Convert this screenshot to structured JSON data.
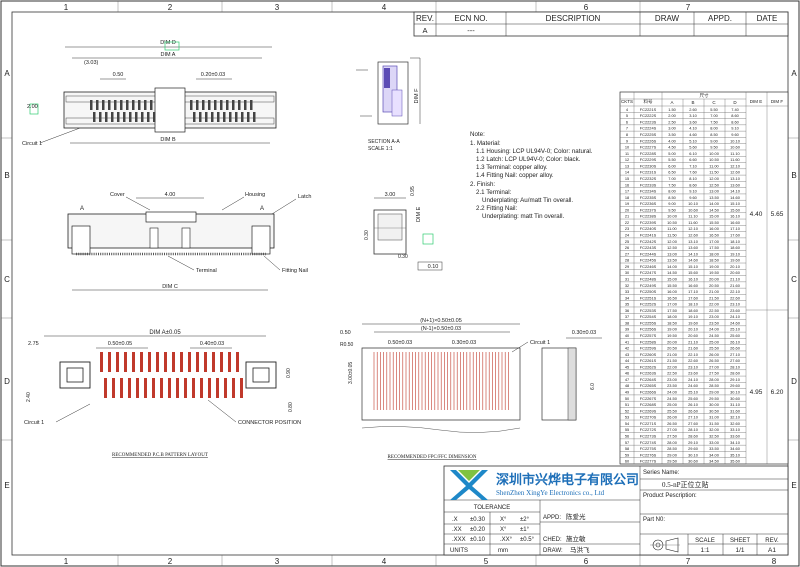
{
  "grid": {
    "columns": [
      "1",
      "2",
      "3",
      "4",
      "5",
      "6",
      "7",
      "8"
    ],
    "rows": [
      "A",
      "B",
      "C",
      "D",
      "E"
    ]
  },
  "revision_block": {
    "headers": [
      "REV.",
      "ECN NO.",
      "DESCRIPTION",
      "DRAW",
      "APPD.",
      "DATE"
    ],
    "row": {
      "rev": "A",
      "ecn": "---"
    }
  },
  "top_view": {
    "dim_d": "DIM D",
    "dim_a": "DIM A",
    "dim_b": "DIM B",
    "d1": "(3.03)",
    "d2": "0.50",
    "d3": "0.20±0.03",
    "d4": "2.00",
    "callout_circuit": "Circuit 1"
  },
  "section": {
    "label": "SECTION A-A",
    "scale": "SCALE    1:1",
    "dim_f": "DIM F"
  },
  "notes": [
    "Note:",
    "1. Material:",
    "1.1 Housing: LCP UL94V-0; Color: natural.",
    "1.2 Latch: LCP UL94V-0; Color: black.",
    "1.3 Terminal: copper alloy.",
    "1.4 Fitting Nail: copper alloy.",
    "2. Finish:",
    "2.1 Terminal:",
    "Underplating: Au/matt Tin overall.",
    "2.2 Fitting Nail:",
    "Underplating: matt Tin overall."
  ],
  "front_view": {
    "cover": "Cover",
    "housing": "Housing",
    "latch": "Latch",
    "terminal": "Terminal",
    "fitting": "Fitting Nail",
    "d1": "4.00",
    "dim_c": "DIM C",
    "a": "A"
  },
  "side_view": {
    "d1": "3.00",
    "d2": "0.30",
    "d3": "0.30",
    "d4": "0.95",
    "dim_e": "DIM E",
    "flat": "0.10"
  },
  "pcb": {
    "dim_a": "DIM A±0.05",
    "d1": "2.75",
    "d2": "0.50±0.05",
    "d3": "0.40±0.03",
    "d4": "0.90",
    "d5": "2.40",
    "d6": "0.80",
    "circuit": "Circuit 1",
    "connector": "CONNECTOR POSITION",
    "caption": "RECOMMENDED P.C.B PATTERN LAYOUT"
  },
  "fpc": {
    "top": "(N+1)×0.50±0.05",
    "second": "(N-1)×0.50±0.03",
    "d1": "0.50",
    "d2": "0.50±0.03",
    "d3": "0.30±0.03",
    "d4": "0.30±0.03",
    "d5": "R0.50",
    "d6": "3.00±0.05",
    "d7": "6.0",
    "circuit": "Circuit 1",
    "caption": "RECOMMENDED FPC/FFC DIMENSION"
  },
  "table": {
    "header_ckts": "CKTS",
    "header_pn": "料号",
    "header_dim": "尺寸",
    "cols": [
      "A",
      "B",
      "C",
      "D"
    ],
    "dim_e": "DIM E",
    "dim_f": "DIM F",
    "e_groups": [
      "4.40",
      "4.95"
    ],
    "f_groups": [
      "5.65",
      "6.20"
    ],
    "rows": [
      [
        "4",
        "FC2221S",
        "1.50",
        "2.60",
        "5.50",
        "7.40"
      ],
      [
        "5",
        "FC2222S",
        "2.00",
        "3.10",
        "7.00",
        "8.60"
      ],
      [
        "6",
        "FC2223S",
        "2.50",
        "3.60",
        "7.50",
        "8.60"
      ],
      [
        "7",
        "FC2224S",
        "3.00",
        "4.10",
        "8.00",
        "9.10"
      ],
      [
        "8",
        "FC2225S",
        "3.50",
        "4.60",
        "8.50",
        "9.60"
      ],
      [
        "9",
        "FC2226S",
        "4.00",
        "5.10",
        "9.00",
        "10.10"
      ],
      [
        "10",
        "FC2227S",
        "4.50",
        "5.60",
        "9.50",
        "10.60"
      ],
      [
        "11",
        "FC2228S",
        "5.00",
        "6.10",
        "10.00",
        "11.10"
      ],
      [
        "12",
        "FC2229S",
        "5.50",
        "6.60",
        "10.50",
        "11.60"
      ],
      [
        "13",
        "FC2230S",
        "6.00",
        "7.10",
        "11.00",
        "12.10"
      ],
      [
        "14",
        "FC2231S",
        "6.50",
        "7.60",
        "11.50",
        "12.60"
      ],
      [
        "15",
        "FC2232S",
        "7.00",
        "8.10",
        "12.00",
        "13.10"
      ],
      [
        "16",
        "FC2233S",
        "7.50",
        "8.60",
        "12.50",
        "13.60"
      ],
      [
        "17",
        "FC2234S",
        "8.00",
        "9.10",
        "13.00",
        "14.10"
      ],
      [
        "18",
        "FC2235S",
        "8.50",
        "9.60",
        "13.50",
        "14.60"
      ],
      [
        "19",
        "FC2236S",
        "9.00",
        "10.10",
        "14.00",
        "15.10"
      ],
      [
        "20",
        "FC2237S",
        "9.50",
        "10.60",
        "14.50",
        "15.60"
      ],
      [
        "21",
        "FC2238S",
        "10.00",
        "11.10",
        "15.00",
        "16.10"
      ],
      [
        "22",
        "FC2239S",
        "10.50",
        "11.60",
        "15.50",
        "16.60"
      ],
      [
        "23",
        "FC2240S",
        "11.00",
        "12.10",
        "16.00",
        "17.10"
      ],
      [
        "24",
        "FC2241S",
        "11.50",
        "12.60",
        "16.50",
        "17.60"
      ],
      [
        "25",
        "FC2242S",
        "12.00",
        "13.10",
        "17.00",
        "18.10"
      ],
      [
        "26",
        "FC2243S",
        "12.50",
        "13.60",
        "17.50",
        "18.60"
      ],
      [
        "27",
        "FC2244S",
        "13.00",
        "14.10",
        "18.00",
        "19.10"
      ],
      [
        "28",
        "FC2245S",
        "13.50",
        "14.60",
        "18.50",
        "19.60"
      ],
      [
        "29",
        "FC2246S",
        "14.00",
        "15.10",
        "19.00",
        "20.10"
      ],
      [
        "30",
        "FC2247S",
        "14.50",
        "15.60",
        "19.50",
        "20.60"
      ],
      [
        "31",
        "FC2248S",
        "15.00",
        "16.10",
        "20.00",
        "21.10"
      ],
      [
        "32",
        "FC2249S",
        "15.50",
        "16.60",
        "20.50",
        "21.60"
      ],
      [
        "33",
        "FC2250S",
        "16.00",
        "17.10",
        "21.00",
        "22.10"
      ],
      [
        "34",
        "FC2251S",
        "16.50",
        "17.60",
        "21.50",
        "22.60"
      ],
      [
        "35",
        "FC2252S",
        "17.00",
        "18.10",
        "22.00",
        "23.10"
      ],
      [
        "36",
        "FC2253S",
        "17.50",
        "18.60",
        "22.50",
        "23.60"
      ],
      [
        "37",
        "FC2254S",
        "18.00",
        "19.10",
        "23.00",
        "24.10"
      ],
      [
        "38",
        "FC2255S",
        "18.50",
        "19.60",
        "23.50",
        "24.60"
      ],
      [
        "39",
        "FC2256S",
        "19.00",
        "20.10",
        "24.00",
        "25.10"
      ],
      [
        "40",
        "FC2257S",
        "19.50",
        "20.60",
        "24.50",
        "25.60"
      ],
      [
        "41",
        "FC2258S",
        "20.00",
        "21.10",
        "25.00",
        "26.10"
      ],
      [
        "42",
        "FC2259S",
        "20.50",
        "21.60",
        "25.50",
        "26.60"
      ],
      [
        "43",
        "FC2260S",
        "21.00",
        "22.10",
        "26.00",
        "27.10"
      ],
      [
        "44",
        "FC2261S",
        "21.50",
        "22.60",
        "26.50",
        "27.60"
      ],
      [
        "45",
        "FC2262S",
        "22.00",
        "23.10",
        "27.00",
        "28.10"
      ],
      [
        "46",
        "FC2263S",
        "22.50",
        "23.60",
        "27.50",
        "28.60"
      ],
      [
        "47",
        "FC2264S",
        "23.00",
        "24.10",
        "28.00",
        "29.10"
      ],
      [
        "48",
        "FC2265S",
        "23.50",
        "24.60",
        "28.50",
        "29.60"
      ],
      [
        "49",
        "FC2266S",
        "24.00",
        "25.10",
        "29.00",
        "30.10"
      ],
      [
        "50",
        "FC2267S",
        "24.50",
        "25.60",
        "29.50",
        "30.60"
      ],
      [
        "51",
        "FC2268S",
        "25.00",
        "26.10",
        "30.00",
        "31.10"
      ],
      [
        "52",
        "FC2269S",
        "25.50",
        "26.60",
        "30.50",
        "31.60"
      ],
      [
        "53",
        "FC2270S",
        "26.00",
        "27.10",
        "31.00",
        "32.10"
      ],
      [
        "54",
        "FC2271S",
        "26.50",
        "27.60",
        "31.50",
        "32.60"
      ],
      [
        "55",
        "FC2272S",
        "27.00",
        "28.10",
        "32.00",
        "33.10"
      ],
      [
        "56",
        "FC2273S",
        "27.50",
        "28.60",
        "32.50",
        "33.60"
      ],
      [
        "57",
        "FC2274S",
        "28.00",
        "29.10",
        "33.00",
        "34.10"
      ],
      [
        "58",
        "FC2275S",
        "28.50",
        "29.60",
        "33.50",
        "34.60"
      ],
      [
        "59",
        "FC2276S",
        "29.00",
        "30.10",
        "34.00",
        "35.10"
      ],
      [
        "60",
        "FC2277S",
        "29.50",
        "30.60",
        "34.50",
        "35.60"
      ]
    ]
  },
  "title_block": {
    "company_cn": "深圳市兴烨电子有限公司",
    "company_en": "ShenZhen XingYe Electronics co., Ltd",
    "series_label": "Series Name:",
    "series_value": "0.5-nP正位立贴",
    "product_label": "Product Pescription:",
    "part_label": "Part N0:",
    "tolerance": "TOLERANCE",
    "tol_rows": [
      [
        ".X",
        "±0.30",
        "X°",
        "±2°"
      ],
      [
        ".XX",
        "±0.20",
        "X°",
        "±1°"
      ],
      [
        ".XXX",
        "±0.10",
        ".XX°",
        "±0.5°"
      ]
    ],
    "units": "UNITS",
    "units_val": "mm",
    "appd_label": "APPD:",
    "appd_name": "陈爱光",
    "ched_label": "CHED:",
    "ched_name": "施立敏",
    "draw_label": "DRAW:",
    "draw_name": "马洪飞",
    "scale_label": "SCALE",
    "sheet_label": "SHEET",
    "rev_label": "REV.",
    "scale_val": "1:1",
    "sheet_val": "1/1",
    "rev_val": "A1"
  }
}
